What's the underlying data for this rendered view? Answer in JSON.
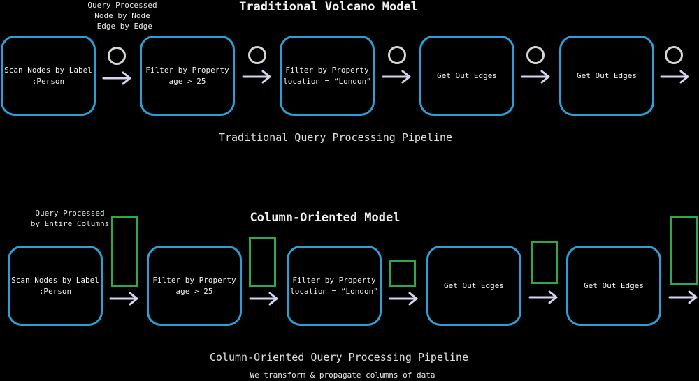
{
  "traditional": {
    "title": "Traditional Volcano Model",
    "note": "Query Processed\nNode by Node\n Edge by Edge",
    "caption": "Traditional Query Processing Pipeline",
    "nodes": [
      {
        "line1": "Scan Nodes by Label",
        "line2": ":Person"
      },
      {
        "line1": "Filter by Property",
        "line2": "age > 25"
      },
      {
        "line1": "Filter by Property",
        "line2": "location = “London”"
      },
      {
        "line1": "Get Out Edges",
        "line2": ""
      },
      {
        "line1": "Get Out Edges",
        "line2": ""
      }
    ],
    "token_icon": "circle-icon"
  },
  "columnar": {
    "title": "Column-Oriented Model",
    "note": "Query Processed\nby Entire Columns",
    "caption": "Column-Oriented Query Processing Pipeline",
    "subcaption": "We transform & propagate columns of data",
    "nodes": [
      {
        "line1": "Scan Nodes by Label",
        "line2": ":Person"
      },
      {
        "line1": "Filter by Property",
        "line2": "age > 25"
      },
      {
        "line1": "Filter by Property",
        "line2": "location = “London”"
      },
      {
        "line1": "Get Out Edges",
        "line2": ""
      },
      {
        "line1": "Get Out Edges",
        "line2": ""
      }
    ],
    "column_icon": "column-block-icon"
  },
  "colors": {
    "node_border": "#2c9fd6",
    "column_border": "#2ea84a",
    "token": "#d6d6d6",
    "arrow": "#d8d4f0",
    "background": "#000000"
  }
}
